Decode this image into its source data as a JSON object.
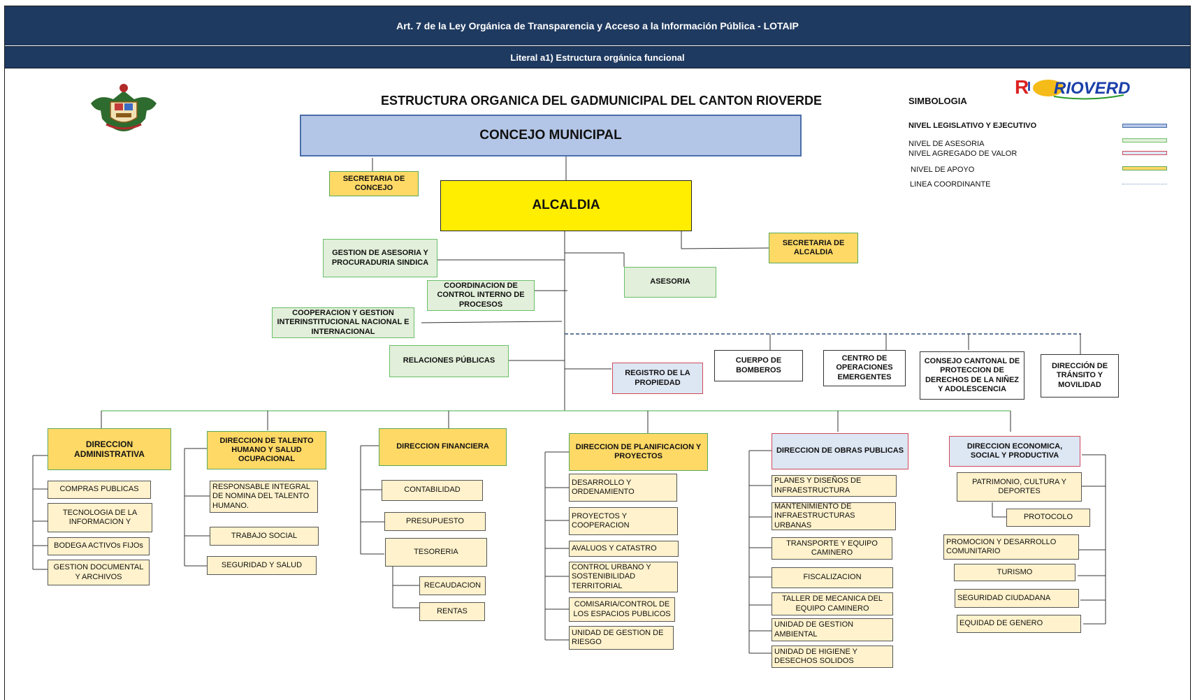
{
  "header": {
    "title": "Art. 7 de la Ley Orgánica de Transparencia y Acceso a la Información Pública - LOTAIP",
    "subtitle": "Literal a1) Estructura orgánica funcional"
  },
  "chart": {
    "title": "ESTRUCTURA ORGANICA DEL GADMUNICIPAL DEL CANTON RIOVERDE"
  },
  "legend": {
    "title": "SIMBOLOGIA",
    "items": [
      {
        "label": "NIVEL LEGISLATIVO Y EJECUTIVO",
        "color": "#b4c6e7"
      },
      {
        "label": "NIVEL DE ASESORIA",
        "color": "#e2efda"
      },
      {
        "label": "NIVEL AGREGADO DE VALOR",
        "color": "#dde6f3"
      },
      {
        "label": "NIVEL  DE APOYO",
        "color": "#ffd966"
      },
      {
        "label": "LINEA COORDINANTE",
        "color": "#9fb7d9"
      }
    ]
  },
  "org": {
    "concejo": "CONCEJO MUNICIPAL",
    "secretaria_concejo": "SECRETARIA DE CONCEJO",
    "alcaldia": "ALCALDIA",
    "secretaria_alcaldia": "SECRETARIA DE ALCALDIA",
    "gestion_asesoria": "GESTION DE ASESORIA Y PROCURADURIA SINDICA",
    "asesoria": "ASESORIA",
    "coordinacion": "COORDINACION DE CONTROL INTERNO DE PROCESOS",
    "cooperacion": "COOPERACION Y GESTION INTERINSTITUCIONAL NACIONAL E INTERNACIONAL",
    "relaciones": "RELACIONES PÚBLICAS",
    "registro": "REGISTRO DE LA PROPIEDAD",
    "bomberos": "CUERPO DE BOMBEROS",
    "centro": "CENTRO DE OPERACIONES EMERGENTES",
    "consejo": "CONSEJO CANTONAL DE PROTECCION DE DERECHOS DE LA NIÑEZ Y ADOLESCENCIA",
    "transito": "DIRECCIÓN DE TRÁNSITO Y MOVILIDAD",
    "dir_admin": "DIRECCION ADMINISTRATIVA",
    "admin_units": [
      "COMPRAS PUBLICAS",
      "TECNOLOGIA DE LA INFORMACION Y",
      "BODEGA ACTIVOs FIJOs",
      "GESTION DOCUMENTAL Y ARCHIVOS"
    ],
    "dir_talento": "DIRECCION DE TALENTO HUMANO Y SALUD OCUPACIONAL",
    "talento_units": [
      "RESPONSABLE INTEGRAL DE  NOMINA DEL TALENTO HUMANO.",
      "TRABAJO SOCIAL",
      "SEGURIDAD Y SALUD"
    ],
    "dir_financiera": "DIRECCION FINANCIERA",
    "fin_units": [
      "CONTABILIDAD",
      "PRESUPUESTO",
      "TESORERIA"
    ],
    "tes_units": [
      "RECAUDACION",
      "RENTAS"
    ],
    "dir_planif": "DIRECCION DE PLANIFICACION Y PROYECTOS",
    "planif_units": [
      "DESARROLLO Y ORDENAMIENTO",
      "PROYECTOS Y COOPERACION",
      "AVALUOS Y CATASTRO",
      "CONTROL URBANO Y SOSTENIBILIDAD TERRITORIAL",
      "COMISARIA/CONTROL DE LOS ESPACIOS PUBLICOS",
      "UNIDAD DE GESTION DE RIESGO"
    ],
    "dir_obras": "DIRECCION DE OBRAS PUBLICAS",
    "obras_units": [
      "PLANES Y DISEÑOS DE INFRAESTRUCTURA",
      "MANTENIMIENTO DE INFRAESTRUCTURAS URBANAS",
      "TRANSPORTE Y EQUIPO CAMINERO",
      "FISCALIZACION",
      "TALLER DE MECANICA DEL EQUIPO CAMINERO",
      "UNIDAD DE GESTION AMBIENTAL",
      "UNIDAD DE HIGIENE Y DESECHOS SOLIDOS"
    ],
    "dir_econ": "DIRECCION ECONOMICA, SOCIAL Y  PRODUCTIVA",
    "econ_units": [
      "PATRIMONIO, CULTURA Y DEPORTES",
      "PROTOCOLO",
      "PROMOCION Y DESARROLLO COMUNITARIO",
      "TURISMO",
      "SEGURIDAD CIUDADANA",
      "EQUIDAD DE GENERO"
    ]
  },
  "logos": {
    "left": "coat-of-arms",
    "right_text": "RIOVERDE"
  }
}
